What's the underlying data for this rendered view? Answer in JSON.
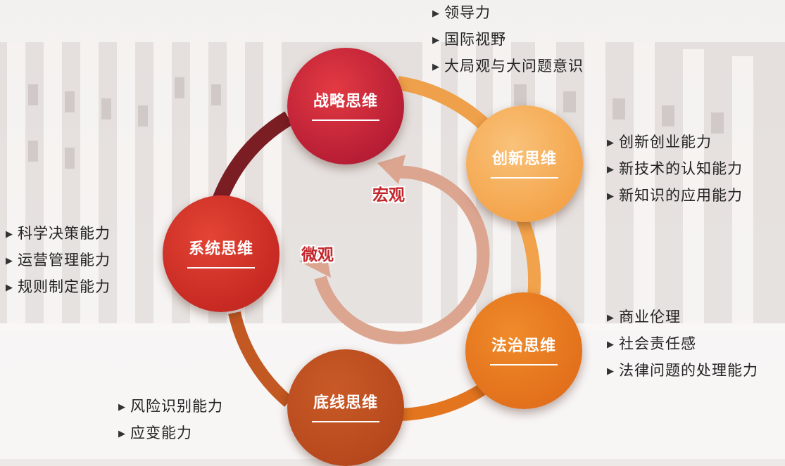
{
  "nodes": {
    "strategy": {
      "title": "战略思维",
      "items": [
        "领导力",
        "国际视野",
        "大局观与大问题意识"
      ]
    },
    "innovation": {
      "title": "创新思维",
      "items": [
        "创新创业能力",
        "新技术的认知能力",
        "新知识的应用能力"
      ]
    },
    "legal": {
      "title": "法治思维",
      "items": [
        "商业伦理",
        "社会责任感",
        "法律问题的处理能力"
      ]
    },
    "bottom_line": {
      "title": "底线思维",
      "items": [
        "风险识别能力",
        "应变能力"
      ]
    },
    "system": {
      "title": "系统思维",
      "items": [
        "科学决策能力",
        "运营管理能力",
        "规则制定能力"
      ]
    }
  },
  "center": {
    "macro": "宏观",
    "micro": "微观"
  },
  "bullet": "▶",
  "colors": {
    "strategy": "#b81e35",
    "innovation": "#f4a54c",
    "legal": "#e3711c",
    "bottom_line": "#b7491d",
    "system": "#c72a23",
    "inner_arrow": "#dca590"
  }
}
